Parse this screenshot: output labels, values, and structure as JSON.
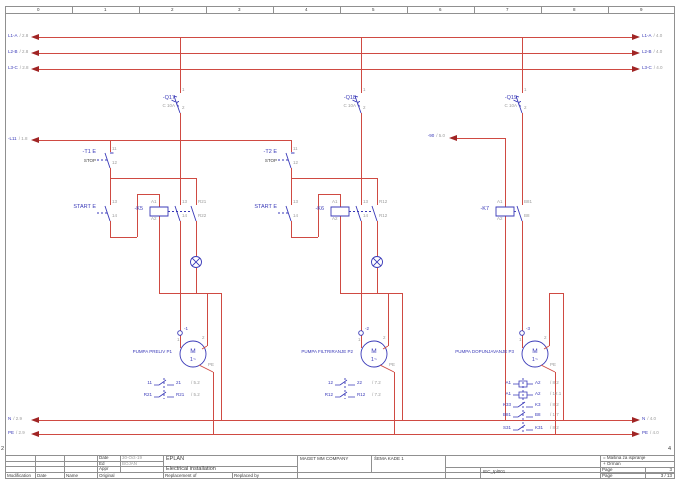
{
  "frame": {
    "ruler": [
      "0",
      "1",
      "2",
      "3",
      "4",
      "5",
      "6",
      "7",
      "8",
      "9"
    ],
    "prev_page": "2",
    "next_page": "4"
  },
  "rails": {
    "l1": {
      "name": "L1-A",
      "lref": "/ 2.8",
      "rref": "/ 4.0"
    },
    "l2": {
      "name": "L2-B",
      "lref": "/ 2.8",
      "rref": "/ 4.0"
    },
    "l3": {
      "name": "L3-C",
      "lref": "/ 2.8",
      "rref": "/ 4.0"
    },
    "l11": {
      "name": "-L11",
      "lref": "/ 1.8"
    },
    "w90": {
      "name": "-90",
      "lref": "/ 5.0"
    },
    "n": {
      "name": "N",
      "lref": "/ 2.9",
      "rref": "/ 4.0"
    },
    "pe": {
      "name": "PE",
      "lref": "/ 2.9",
      "rref": "/ 4.0"
    }
  },
  "circuits": [
    {
      "breaker_tag": "-Q17",
      "breaker_rating": "C 10A",
      "breaker_pin1": "1",
      "breaker_pin2": "2",
      "stop_tag": "-T1 E",
      "stop_label": "STOP",
      "stop_pin1": "11",
      "stop_pin2": "12",
      "start_tag": "START E",
      "start_pin1": "13",
      "start_pin2": "14",
      "coil_tag": "-K5",
      "coil_pin1": "A1",
      "coil_pin2": "A2",
      "c1_pin1": "13",
      "c1_pin2": "14",
      "c2_pin1": "R21",
      "c2_pin2": "R22",
      "terminal_tag": "-1",
      "motor_m": "M",
      "motor_ph": "1~",
      "motor_label": "PUMPA PRELIV P1",
      "pin_1": "1",
      "pin_2": "2",
      "pin_pe": "PE",
      "aux": [
        {
          "type": "contact",
          "l": "11",
          "r": "21",
          "ref": "/ 5.2"
        },
        {
          "type": "contact",
          "l": "R21",
          "r": "R21",
          "ref": "/ 5.2"
        }
      ]
    },
    {
      "breaker_tag": "-Q18",
      "breaker_rating": "C 10A",
      "breaker_pin1": "1",
      "breaker_pin2": "2",
      "stop_tag": "-T2 E",
      "stop_label": "STOP",
      "stop_pin1": "11",
      "stop_pin2": "12",
      "start_tag": "START E",
      "start_pin1": "13",
      "start_pin2": "14",
      "coil_tag": "-K6",
      "coil_pin1": "A1",
      "coil_pin2": "A2",
      "c1_pin1": "13",
      "c1_pin2": "14",
      "c2_pin1": "R12",
      "c2_pin2": "R12",
      "terminal_tag": "-2",
      "motor_m": "M",
      "motor_ph": "1~",
      "motor_label": "PUMPA FILTRIRANJE P2",
      "pin_1": "1",
      "pin_2": "2",
      "pin_pe": "PE",
      "aux": [
        {
          "type": "contact",
          "l": "12",
          "r": "22",
          "ref": "/ 7.2"
        },
        {
          "type": "contact",
          "l": "R12",
          "r": "R12",
          "ref": "/ 7.2"
        }
      ]
    },
    {
      "breaker_tag": "-Q19",
      "breaker_rating": "C 10A",
      "breaker_pin1": "1",
      "breaker_pin2": "2",
      "coil_tag": "-K7",
      "coil_pin1": "A1",
      "coil_pin2": "A2",
      "c1_pin1": "B81",
      "c1_pin2": "B8",
      "terminal_tag": "-3",
      "motor_m": "M",
      "motor_ph": "1~",
      "motor_label": "PUMPA DOPUNJAVANJE P3",
      "pin_1": "1",
      "pin_2": "2",
      "pin_pe": "PE",
      "aux": [
        {
          "type": "coil",
          "l": "A1",
          "r": "A2",
          "ref": "/ 8.2"
        },
        {
          "type": "coil",
          "l": "A1",
          "r": "A2",
          "ref": "/ 12.1"
        },
        {
          "type": "contact",
          "l": "K33",
          "r": "K3",
          "ref": "/ 8.2"
        },
        {
          "type": "contact",
          "l": "B81",
          "r": "B8",
          "ref": "/ 1.7"
        },
        {
          "type": "contact",
          "l": "S31",
          "r": "K31",
          "ref": "/ 8.2"
        }
      ]
    }
  ],
  "title_block": {
    "date_label": "Date",
    "date_value": "30-Oct-19",
    "ed_label": "Ed",
    "ed_value": "BOJAN",
    "appr_label": "Appr",
    "eplan": "EPLAN",
    "project": "Electrical installation",
    "company": "MAGET MM COMPANY",
    "drawing": "ŠEMA KADE 1",
    "modification": "Modification",
    "date_col": "Date",
    "name_col": "Name",
    "original": "Original",
    "replacement_of": "Replacement of",
    "replaced_by": "Replaced by",
    "plant": "= Mašina za ispiranje",
    "location": "+ Orman",
    "template": "IEC_tpl001",
    "page_label": "Page",
    "page_value": "3",
    "page_label2": "Page",
    "page_total": "3 / 13"
  }
}
